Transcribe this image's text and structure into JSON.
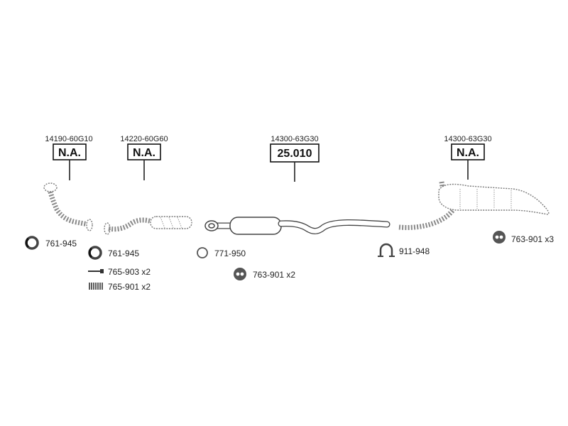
{
  "callouts": [
    {
      "oem": "14190-60G10",
      "label": "N.A."
    },
    {
      "oem": "14220-60G60",
      "label": "N.A."
    },
    {
      "oem": "14300-63G30",
      "label": "25.010"
    },
    {
      "oem": "14300-63G30",
      "label": "N.A."
    }
  ],
  "parts": [
    {
      "label": "761-945",
      "icon": "gasket-ring-icon"
    },
    {
      "label": "761-945",
      "icon": "gasket-ring-icon"
    },
    {
      "label": "765-903 x2",
      "icon": "bolt-icon"
    },
    {
      "label": "765-901 x2",
      "icon": "spring-icon"
    },
    {
      "label": "771-950",
      "icon": "seal-ring-icon"
    },
    {
      "label": "763-901 x2",
      "icon": "rubber-mount-icon"
    },
    {
      "label": "911-948",
      "icon": "clamp-icon"
    },
    {
      "label": "763-901 x3",
      "icon": "rubber-mount-icon"
    }
  ],
  "colors": {
    "line": "#111111",
    "pipe": "#444444",
    "pipe_dashed": "#8a8a8a",
    "part_fill": "#555555",
    "background": "#ffffff"
  }
}
